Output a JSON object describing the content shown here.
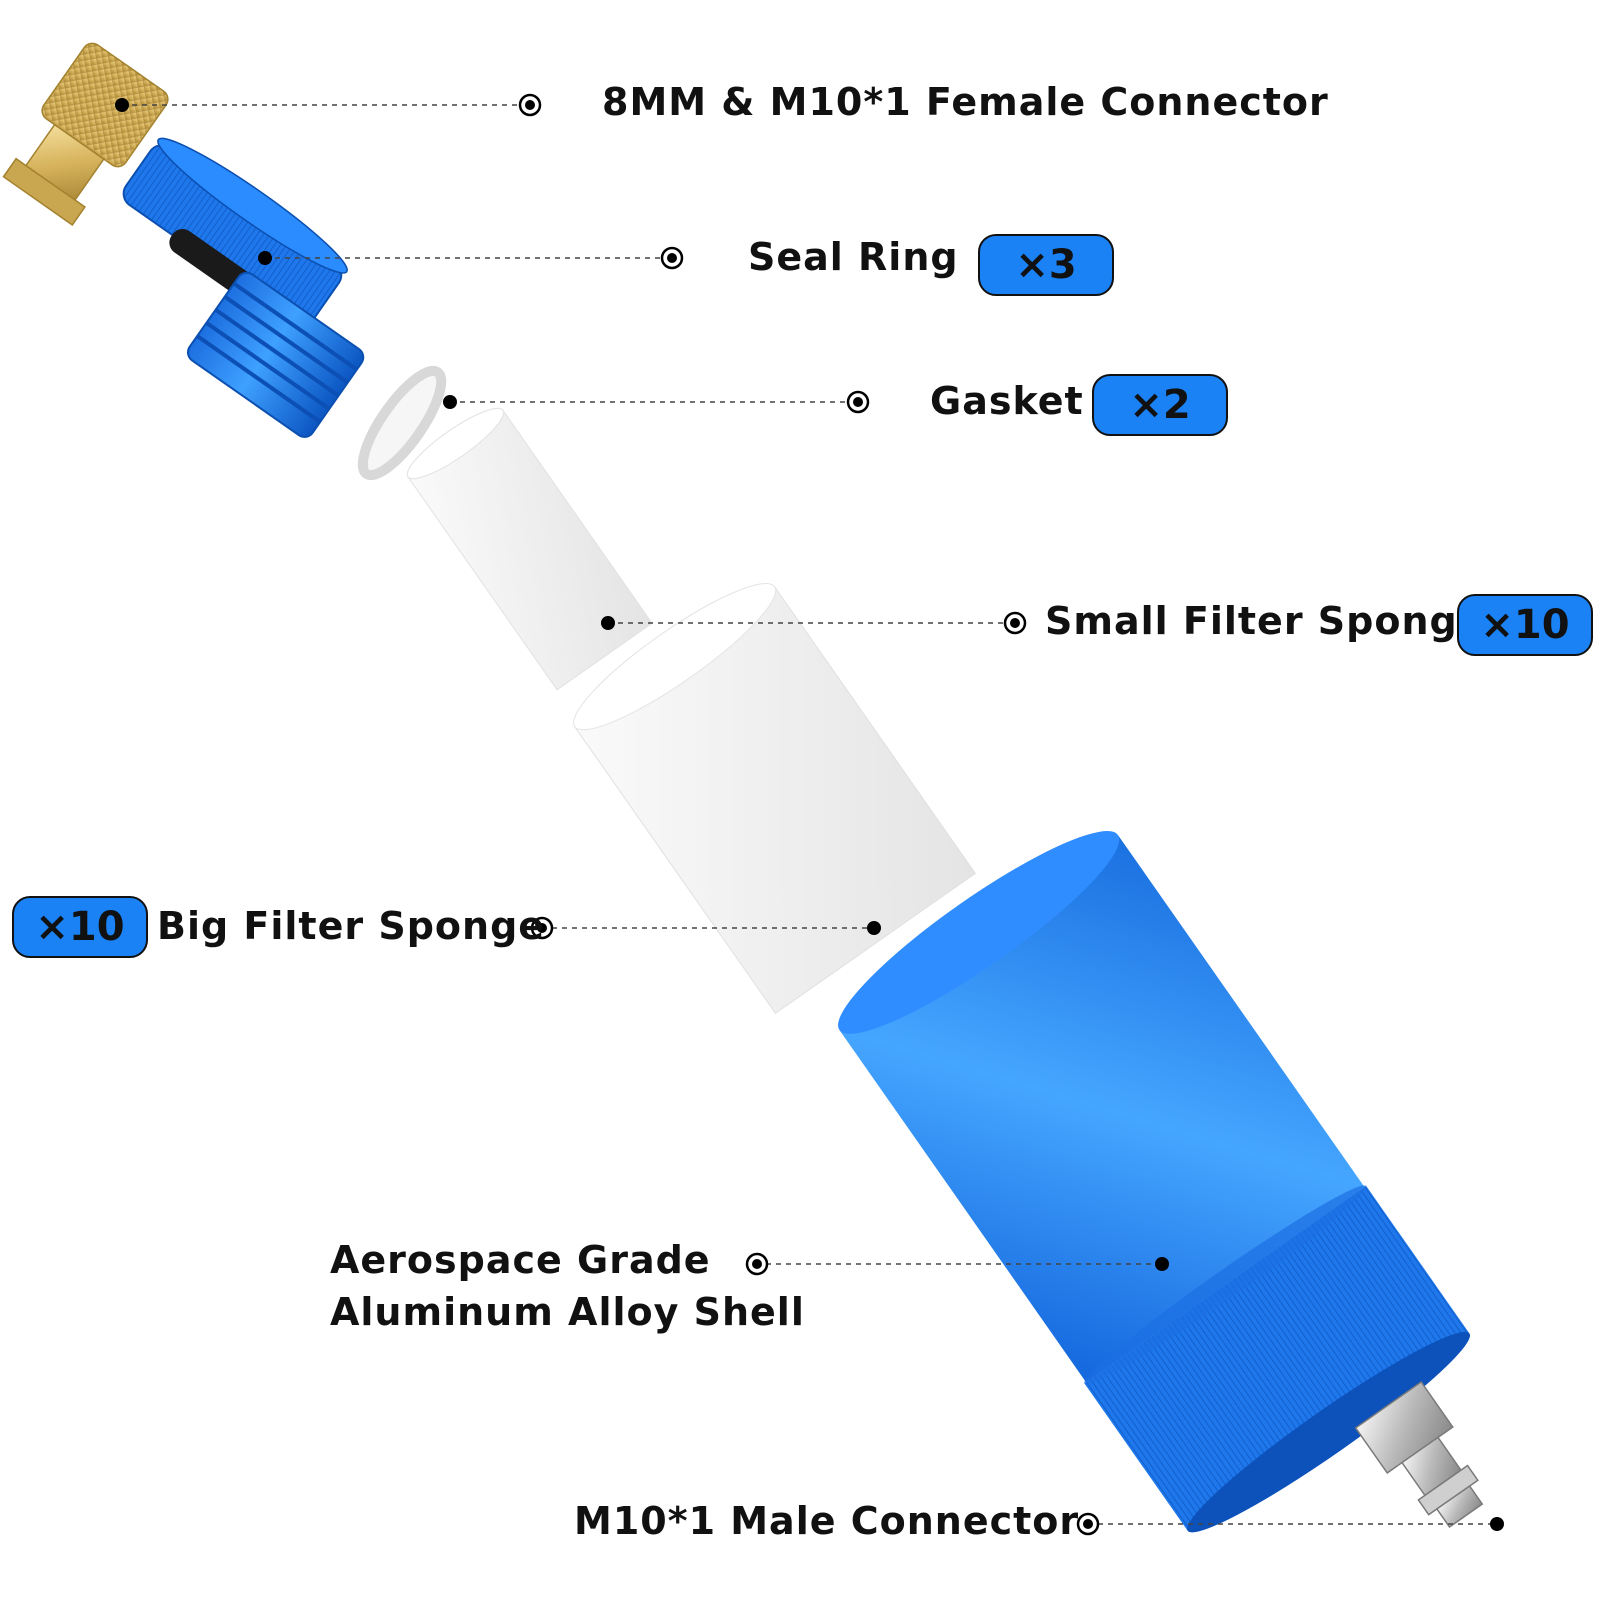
{
  "colors": {
    "blue": "#1a82f5",
    "blue_dark": "#0f5ec4",
    "brass": "#e0c47a",
    "sponge": "#f1f1f1",
    "line": "#444444"
  },
  "parts": {
    "female_connector": {
      "label": "8MM & M10*1 Female Connector"
    },
    "seal_ring": {
      "label": "Seal Ring",
      "qty": "×3"
    },
    "gasket": {
      "label": "Gasket",
      "qty": "×2"
    },
    "small_sponge": {
      "label": "Small Filter Sponge",
      "qty": "×10"
    },
    "big_sponge": {
      "label": "Big Filter Sponge",
      "qty": "×10"
    },
    "shell": {
      "label_line1": "Aerospace Grade",
      "label_line2": "Aluminum Alloy Shell"
    },
    "male_connector": {
      "label": "M10*1 Male Connector"
    }
  }
}
